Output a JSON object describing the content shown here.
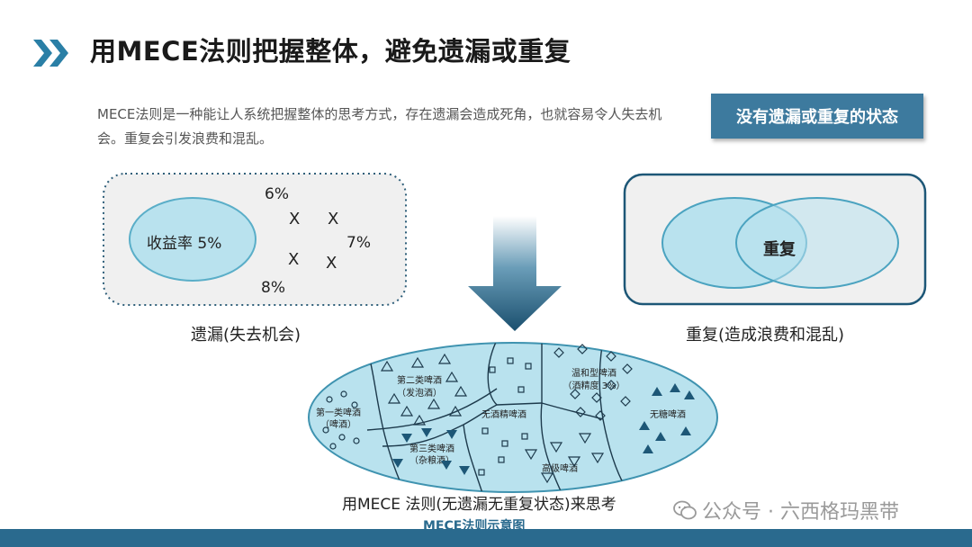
{
  "header": {
    "title": "用MECE法则把握整体，避免遗漏或重复",
    "chevron_icon": "double-chevron-right-icon",
    "accent": "#2a7fa6"
  },
  "description": "MECE法则是一种能让人系统把握整体的思考方式，存在遗漏会造成死角，也就容易令人失去机会。重复会引发浪费和混乱。",
  "state_box": "没有遗漏或重复的状态",
  "omission": {
    "circle_label": "收益率 5%",
    "values": [
      "6%",
      "7%",
      "8%"
    ],
    "marks": [
      "X",
      "X",
      "X",
      "X"
    ],
    "caption": "遗漏(失去机会)"
  },
  "duplication": {
    "overlap_label": "重复",
    "caption": "重复(造成浪费和混乱)"
  },
  "arrow_icon": "down-arrow-icon",
  "mece": {
    "regions": [
      {
        "name": "第一类啤酒",
        "sub": "（啤酒）"
      },
      {
        "name": "第二类啤酒",
        "sub": "（发泡酒）"
      },
      {
        "name": "无酒精啤酒",
        "sub": ""
      },
      {
        "name": "温和型啤酒",
        "sub": "（酒精度 3%）"
      },
      {
        "name": "无糖啤酒",
        "sub": ""
      },
      {
        "name": "第三类啤酒",
        "sub": "（杂粮酒）"
      },
      {
        "name": "高级啤酒",
        "sub": ""
      }
    ],
    "caption": "用MECE 法则(无遗漏无重复状态)来思考",
    "footer": "MECE法则示意图"
  },
  "watermark": "公众号 · 六西格玛黑带",
  "colors": {
    "box_blue": "#3d7a9e",
    "ellipse_fill": "#b9e2ee",
    "ellipse_stroke": "#3f93b0",
    "dark_blue": "#1d5777",
    "bottom_bar": "#2a6a8e"
  }
}
